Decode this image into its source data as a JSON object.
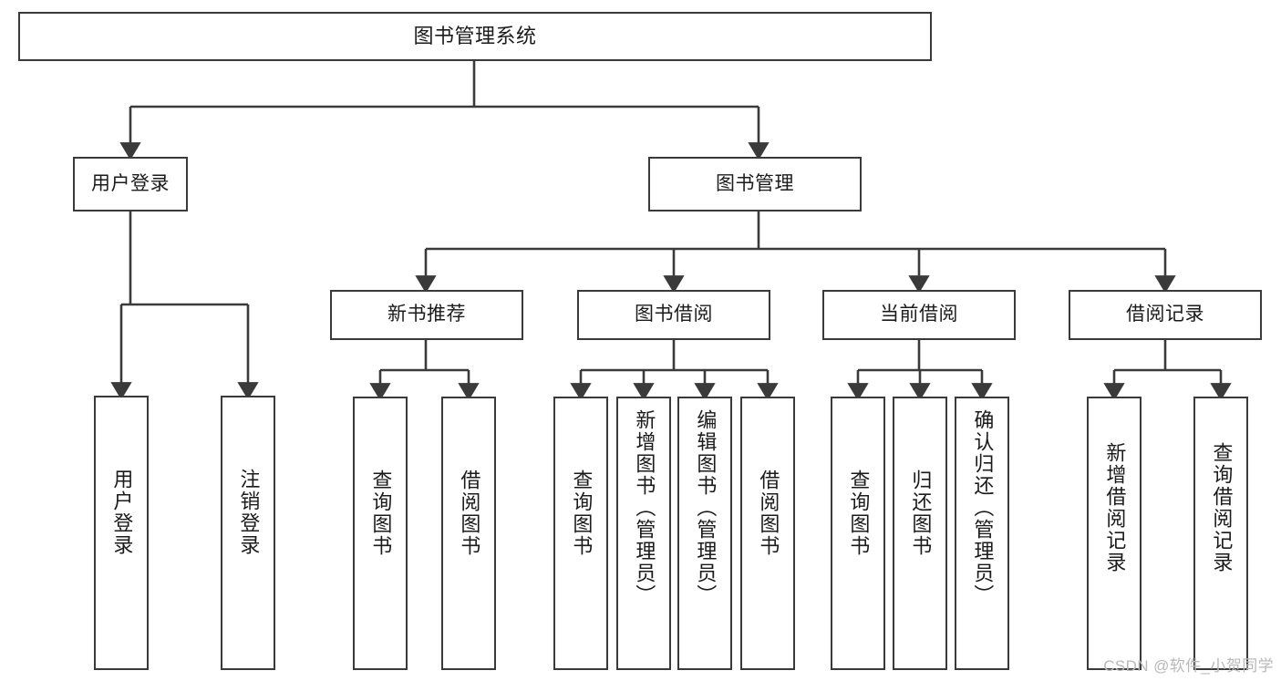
{
  "diagram": {
    "title": "图书管理系统",
    "type": "tree-structure-chart",
    "stroke_color": "#3a3a3a",
    "fill_color": "#ffffff",
    "text_color": "#1b1b1b",
    "watermark": "CSDN @软件_小贺同学"
  },
  "nodes": {
    "root": {
      "label": "图书管理系统"
    },
    "level2": [
      {
        "label": "用户登录"
      },
      {
        "label": "图书管理"
      }
    ],
    "level3": [
      {
        "label": "新书推荐"
      },
      {
        "label": "图书借阅"
      },
      {
        "label": "当前借阅"
      },
      {
        "label": "借阅记录"
      }
    ],
    "leaves_user_login": [
      {
        "label": "用户登录"
      },
      {
        "label": "注销登录"
      }
    ],
    "leaves_new_book": [
      {
        "label": "查询图书"
      },
      {
        "label": "借阅图书"
      }
    ],
    "leaves_borrow": [
      {
        "label": "查询图书"
      },
      {
        "label": "新增图书（管理员）"
      },
      {
        "label": "编辑图书（管理员）"
      },
      {
        "label": "借阅图书"
      }
    ],
    "leaves_current": [
      {
        "label": "查询图书"
      },
      {
        "label": "归还图书"
      },
      {
        "label": "确认归还（管理员）"
      }
    ],
    "leaves_records": [
      {
        "label": "新增借阅记录"
      },
      {
        "label": "查询借阅记录"
      }
    ]
  }
}
